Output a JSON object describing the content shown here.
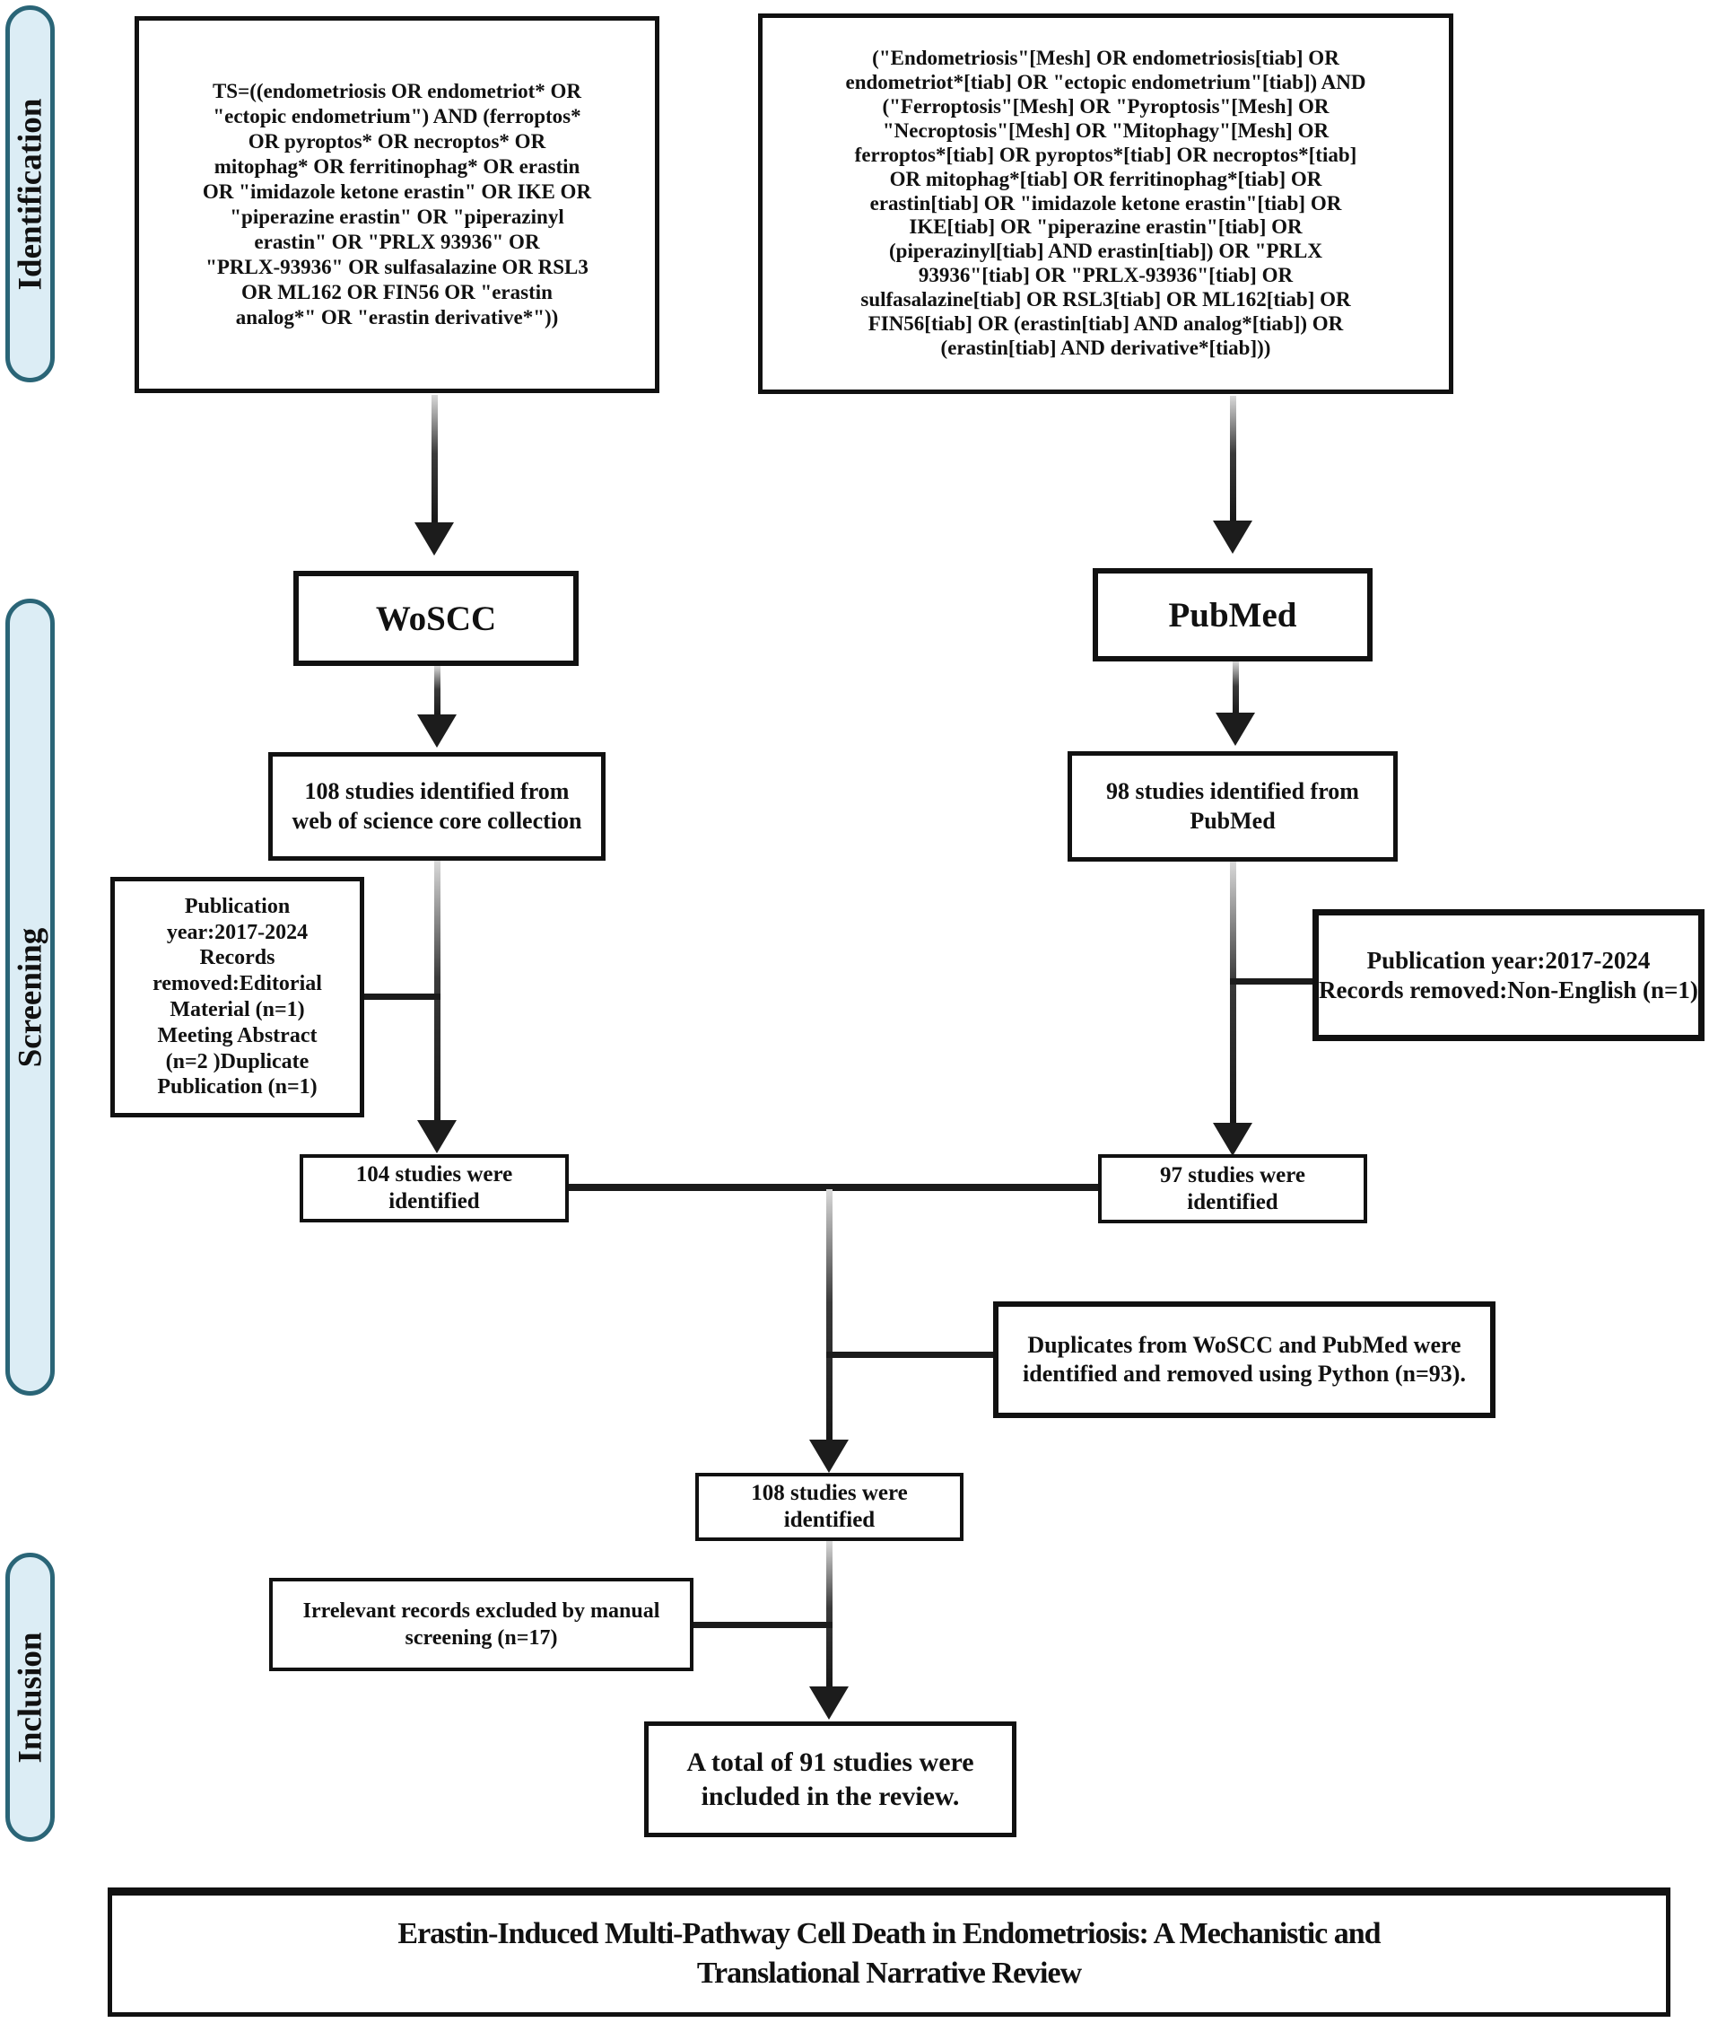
{
  "sidebar": {
    "identification": "Identification",
    "screening": "Screening",
    "inclusion": "Inclusion"
  },
  "colors": {
    "sidebar_fill": "#dcedf5",
    "sidebar_border": "#2a6577",
    "box_border": "#111111",
    "line": "#1b1b1b"
  },
  "boxes": {
    "wos_query": {
      "lines": [
        "TS=((endometriosis OR endometriot* OR",
        "\"ectopic endometrium\") AND (ferroptos*",
        "OR pyroptos* OR necroptos* OR",
        "mitophag* OR ferritinophag* OR erastin",
        "OR \"imidazole ketone erastin\" OR IKE OR",
        "\"piperazine erastin\" OR \"piperazinyl",
        "erastin\" OR \"PRLX 93936\" OR",
        "\"PRLX-93936\" OR sulfasalazine OR RSL3",
        "OR ML162 OR FIN56 OR \"erastin",
        "analog*\" OR \"erastin derivative*\"))"
      ]
    },
    "pubmed_query": {
      "lines": [
        "(\"Endometriosis\"[Mesh] OR endometriosis[tiab] OR",
        "endometriot*[tiab] OR \"ectopic endometrium\"[tiab]) AND",
        "(\"Ferroptosis\"[Mesh] OR \"Pyroptosis\"[Mesh] OR",
        "\"Necroptosis\"[Mesh] OR \"Mitophagy\"[Mesh] OR",
        "ferroptos*[tiab] OR pyroptos*[tiab] OR necroptos*[tiab]",
        "OR mitophag*[tiab] OR ferritinophag*[tiab] OR",
        "erastin[tiab] OR \"imidazole ketone erastin\"[tiab] OR",
        "IKE[tiab] OR \"piperazine erastin\"[tiab] OR",
        "(piperazinyl[tiab] AND erastin[tiab]) OR \"PRLX",
        "93936\"[tiab] OR \"PRLX-93936\"[tiab] OR",
        "sulfasalazine[tiab] OR RSL3[tiab] OR ML162[tiab] OR",
        "FIN56[tiab] OR (erastin[tiab] AND analog*[tiab]) OR",
        "(erastin[tiab] AND derivative*[tiab]))"
      ]
    },
    "woscc": {
      "label": "WoSCC"
    },
    "pubmed": {
      "label": "PubMed"
    },
    "wos_count": {
      "lines": [
        "108 studies identified from",
        "web of science core collection"
      ]
    },
    "pubmed_count": {
      "lines": [
        "98 studies identified from",
        "PubMed"
      ]
    },
    "wos_exclusion": {
      "lines": [
        "Publication",
        "year:2017-2024",
        "Records",
        "removed:Editorial",
        "Material (n=1)",
        "Meeting Abstract",
        "(n=2 )Duplicate",
        "Publication (n=1)"
      ]
    },
    "pubmed_exclusion": {
      "lines": [
        "Publication year:2017-2024",
        "Records removed:Non-English (n=1)"
      ]
    },
    "wos_screened": {
      "lines": [
        "104 studies were",
        "identified"
      ]
    },
    "pubmed_screened": {
      "lines": [
        "97 studies were",
        "identified"
      ]
    },
    "duplicates": {
      "lines": [
        "Duplicates from WoSCC and PubMed were",
        "identified and removed using Python (n=93)."
      ]
    },
    "merged": {
      "lines": [
        "108 studies were",
        "identified"
      ]
    },
    "irrelevant": {
      "lines": [
        "Irrelevant records excluded by manual",
        "screening (n=17)"
      ]
    },
    "included": {
      "lines": [
        "A total of 91 studies were",
        "included in the review."
      ]
    },
    "title": {
      "lines": [
        "Erastin-Induced Multi-Pathway Cell Death in Endometriosis: A Mechanistic and",
        "Translational Narrative Review"
      ]
    }
  }
}
